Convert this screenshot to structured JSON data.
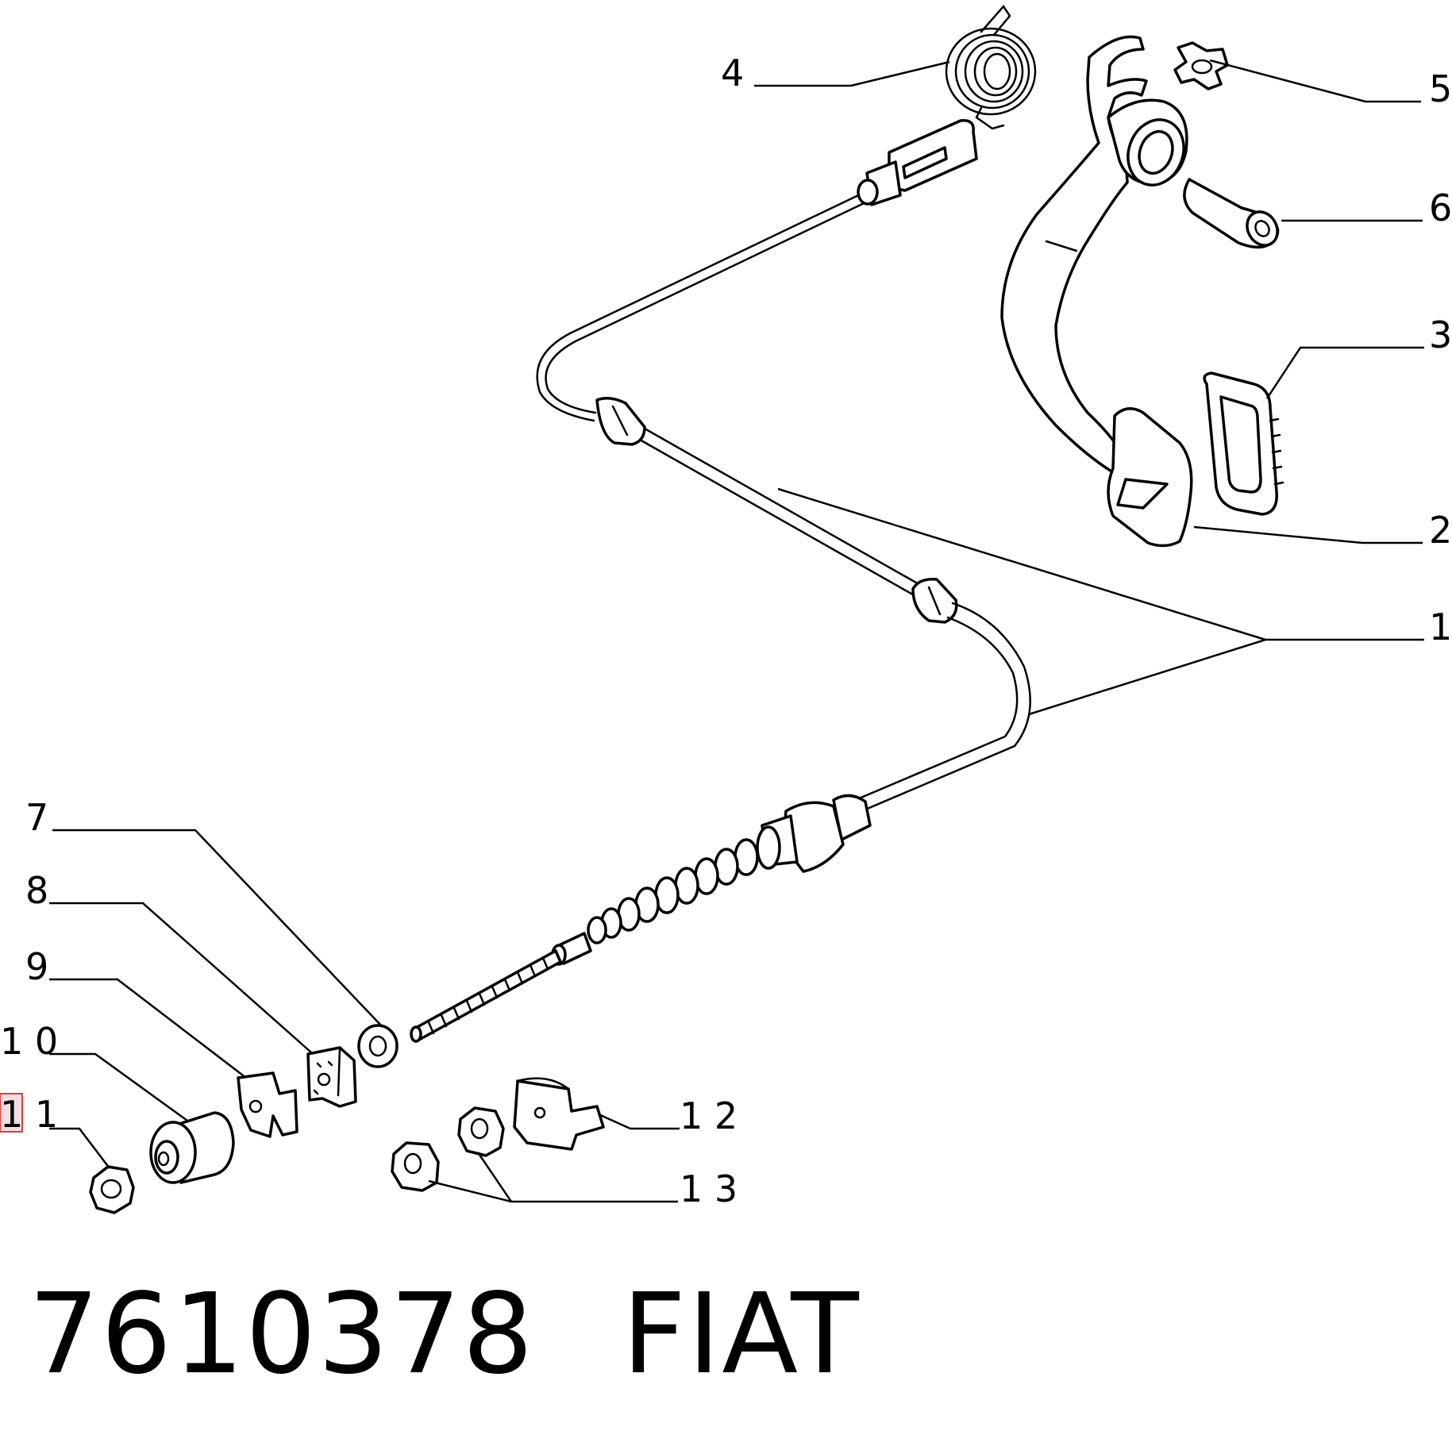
{
  "part_number": "7610378",
  "brand": "FIAT",
  "callouts": [
    {
      "id": "1",
      "text": "1"
    },
    {
      "id": "2",
      "text": "2"
    },
    {
      "id": "3",
      "text": "3"
    },
    {
      "id": "4",
      "text": "4"
    },
    {
      "id": "5",
      "text": "5"
    },
    {
      "id": "6",
      "text": "6"
    },
    {
      "id": "7",
      "text": "7"
    },
    {
      "id": "8",
      "text": "8"
    },
    {
      "id": "9",
      "text": "9"
    },
    {
      "id": "10",
      "text": "1 0"
    },
    {
      "id": "11",
      "text": "1 1"
    },
    {
      "id": "12",
      "text": "1 2"
    },
    {
      "id": "13",
      "text": "1 3"
    }
  ],
  "colors": {
    "line": "#000000",
    "background": "#ffffff",
    "highlight": "#d43f3f"
  }
}
